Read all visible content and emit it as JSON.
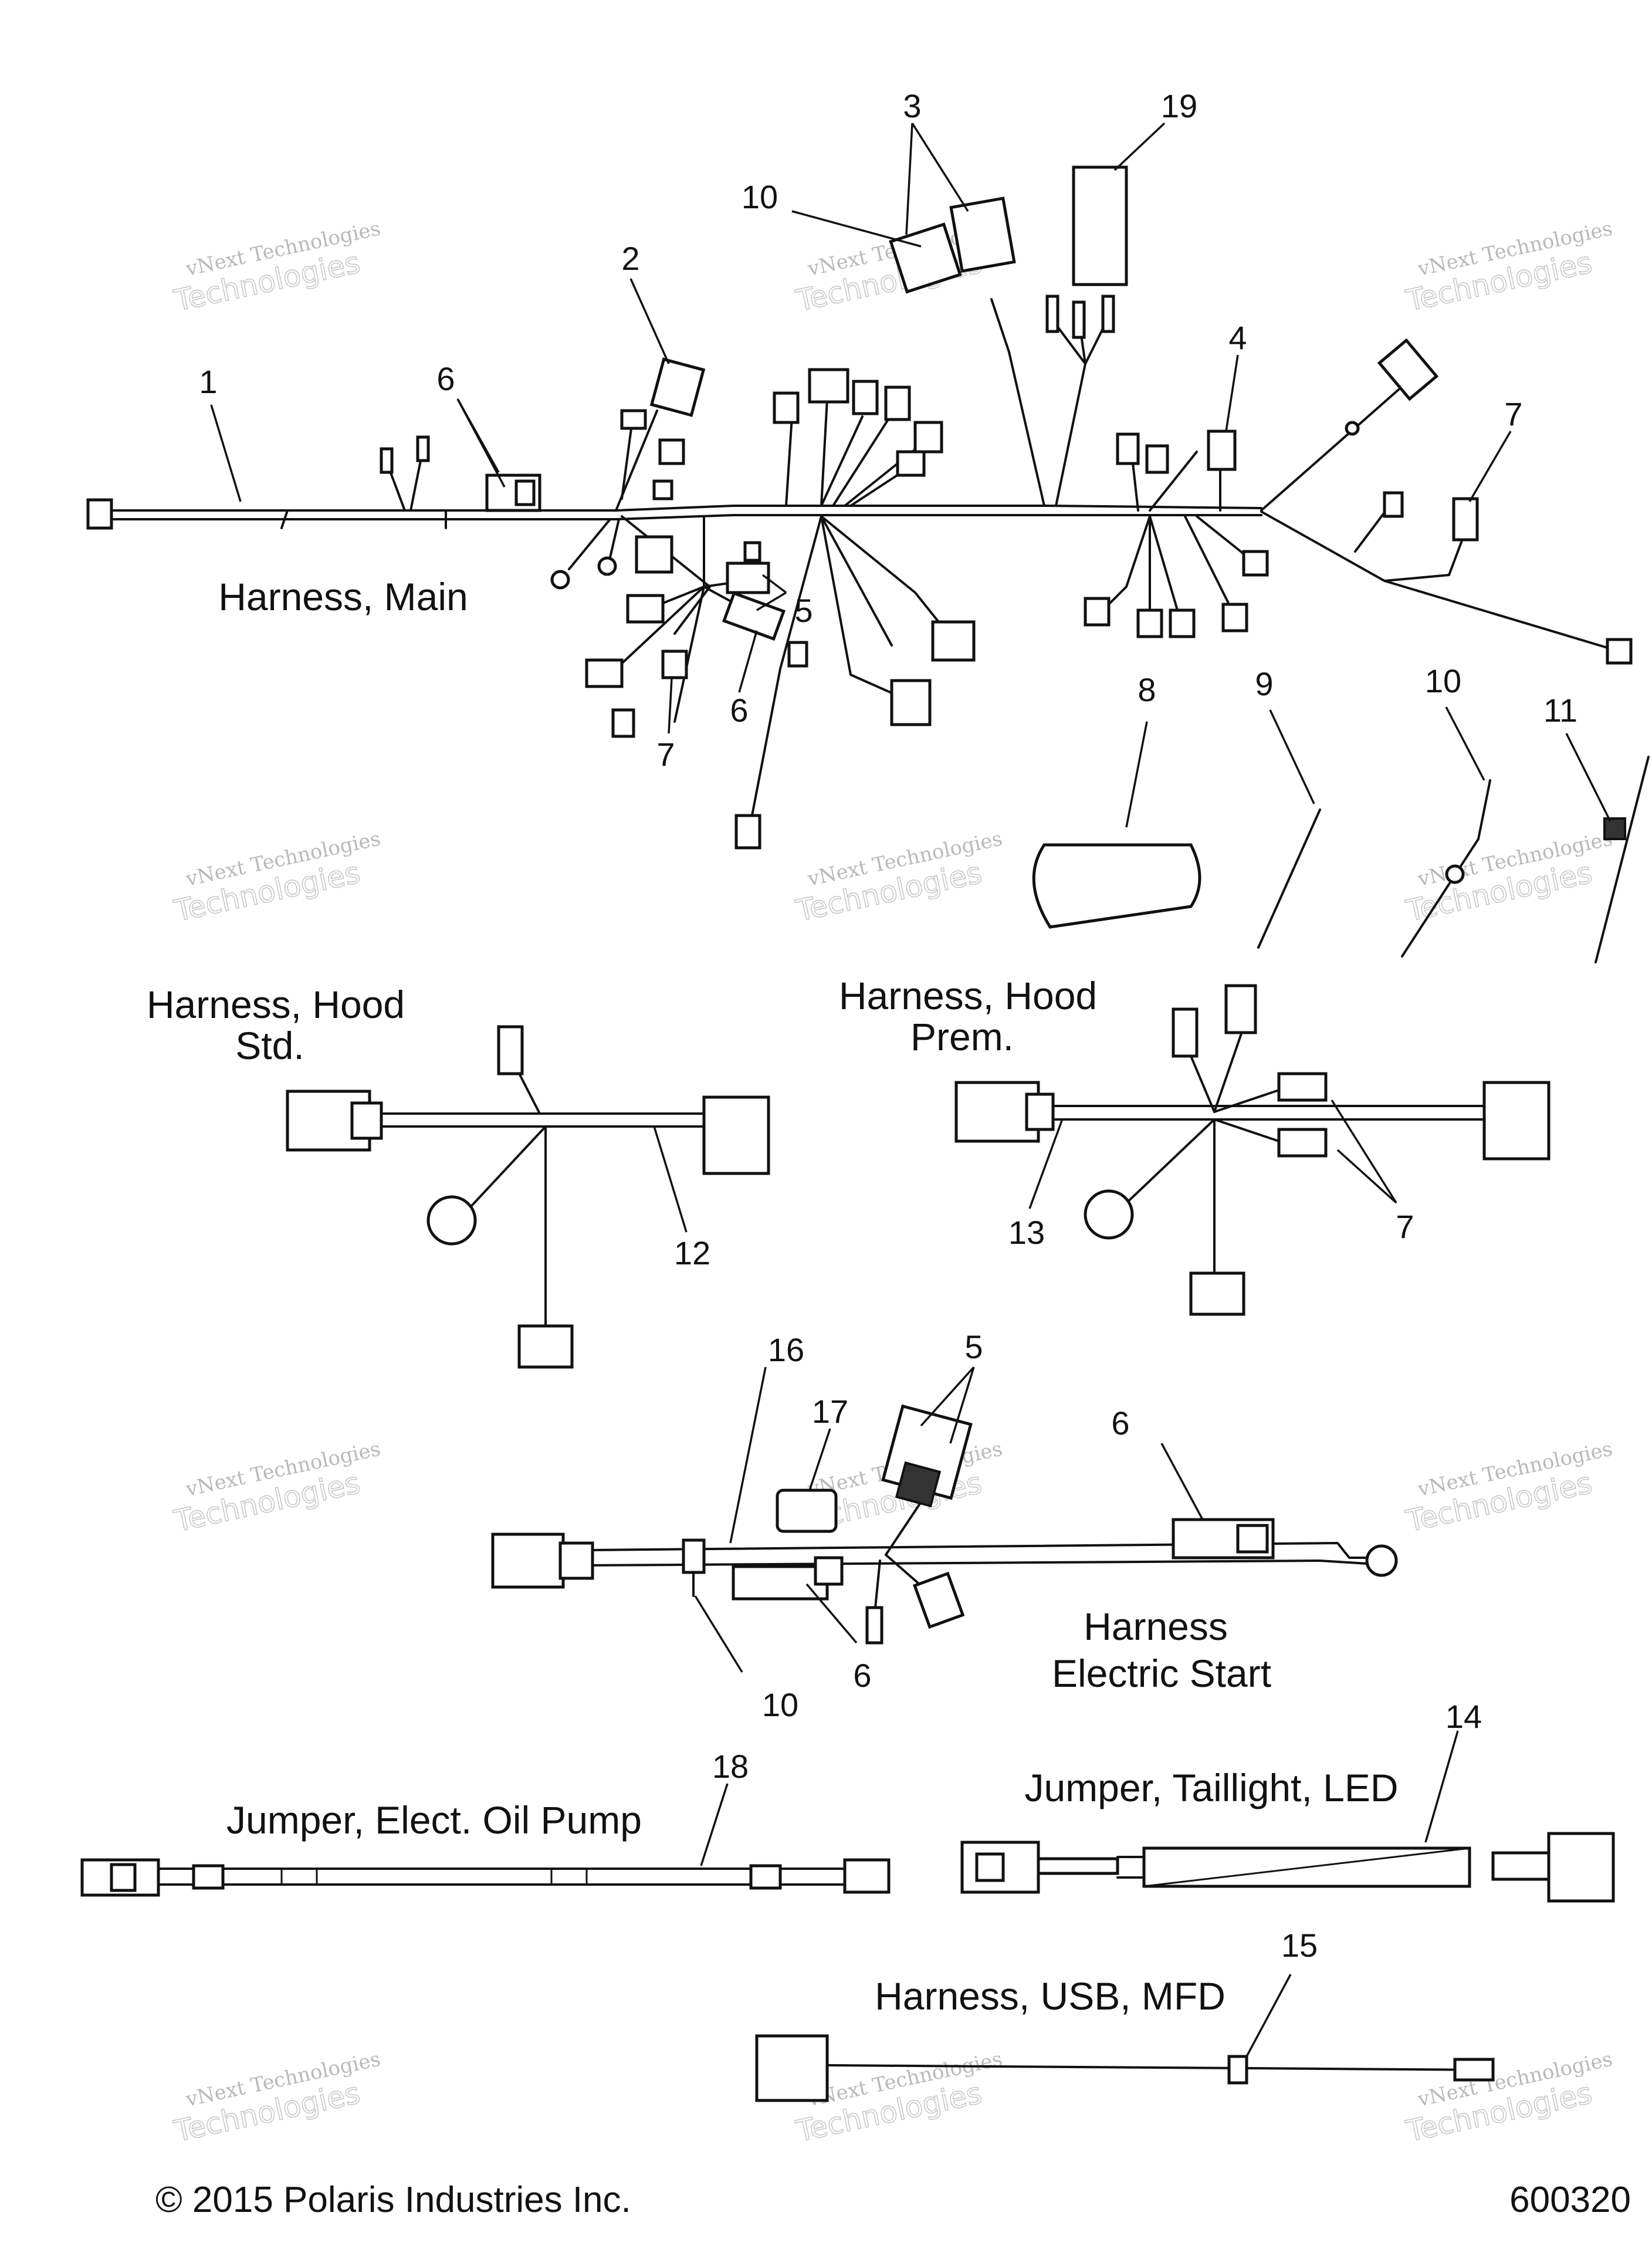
{
  "labels": {
    "harness_main": "Harness, Main",
    "hood_std_1": "Harness, Hood",
    "hood_std_2": "Std.",
    "hood_prem_1": "Harness, Hood",
    "hood_prem_2": "Prem.",
    "electric_start_1": "Harness",
    "electric_start_2": "Electric Start",
    "oil_pump": "Jumper, Elect. Oil Pump",
    "taillight": "Jumper, Taillight, LED",
    "usb_mfd": "Harness, USB, MFD"
  },
  "callouts": {
    "c1": "1",
    "c2": "2",
    "c3": "3",
    "c4": "4",
    "c5a": "5",
    "c5b": "5",
    "c6a": "6",
    "c6b": "6",
    "c6c": "6",
    "c6d": "6",
    "c7a": "7",
    "c7b": "7",
    "c7c": "7",
    "c8": "8",
    "c9": "9",
    "c10a": "10",
    "c10b": "10",
    "c10c": "10",
    "c11": "11",
    "c12": "12",
    "c13": "13",
    "c14": "14",
    "c15": "15",
    "c16": "16",
    "c17": "17",
    "c18": "18",
    "c19": "19"
  },
  "watermark": {
    "line1": "vNext Technologies",
    "line2": "Technologies",
    "arc": "vNext"
  },
  "footer": {
    "copyright": "© 2015 Polaris Industries Inc.",
    "figure_number": "600320"
  }
}
